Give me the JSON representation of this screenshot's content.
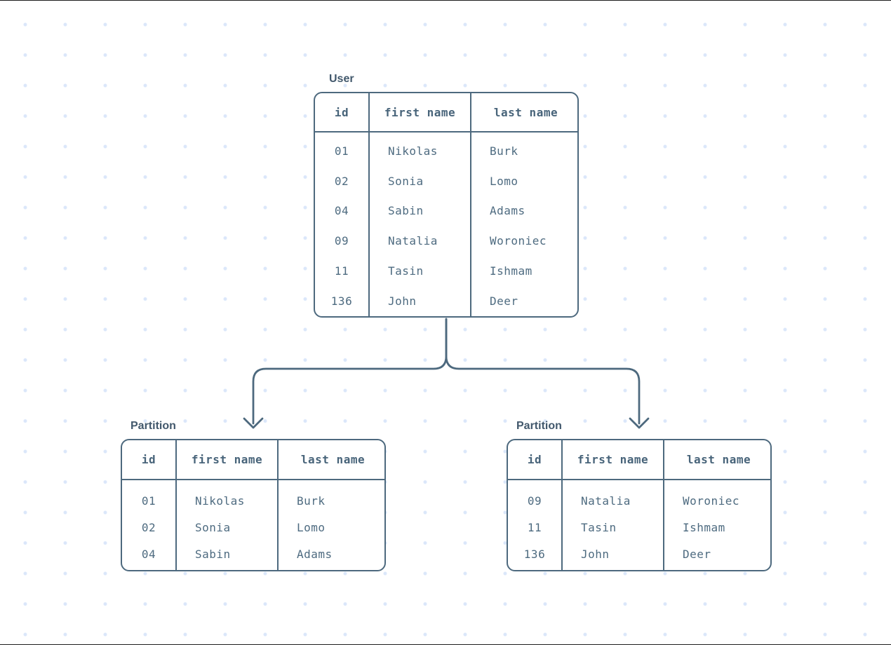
{
  "colors": {
    "line": "#4d697e",
    "mono_text": "#4e6b80",
    "title_text": "#42586c",
    "dot_grid": "#dbe7fa",
    "background": "#ffffff"
  },
  "tables": {
    "user": {
      "title": "User",
      "columns": [
        "id",
        "first name",
        "last name"
      ],
      "rows": [
        [
          "01",
          "Nikolas",
          "Burk"
        ],
        [
          "02",
          "Sonia",
          "Lomo"
        ],
        [
          "04",
          "Sabin",
          "Adams"
        ],
        [
          "09",
          "Natalia",
          "Woroniec"
        ],
        [
          "11",
          "Tasin",
          "Ishmam"
        ],
        [
          "136",
          "John",
          "Deer"
        ]
      ]
    },
    "partition_left": {
      "title": "Partition",
      "columns": [
        "id",
        "first name",
        "last name"
      ],
      "rows": [
        [
          "01",
          "Nikolas",
          "Burk"
        ],
        [
          "02",
          "Sonia",
          "Lomo"
        ],
        [
          "04",
          "Sabin",
          "Adams"
        ]
      ]
    },
    "partition_right": {
      "title": "Partition",
      "columns": [
        "id",
        "first name",
        "last name"
      ],
      "rows": [
        [
          "09",
          "Natalia",
          "Woroniec"
        ],
        [
          "11",
          "Tasin",
          "Ishmam"
        ],
        [
          "136",
          "John",
          "Deer"
        ]
      ]
    }
  }
}
